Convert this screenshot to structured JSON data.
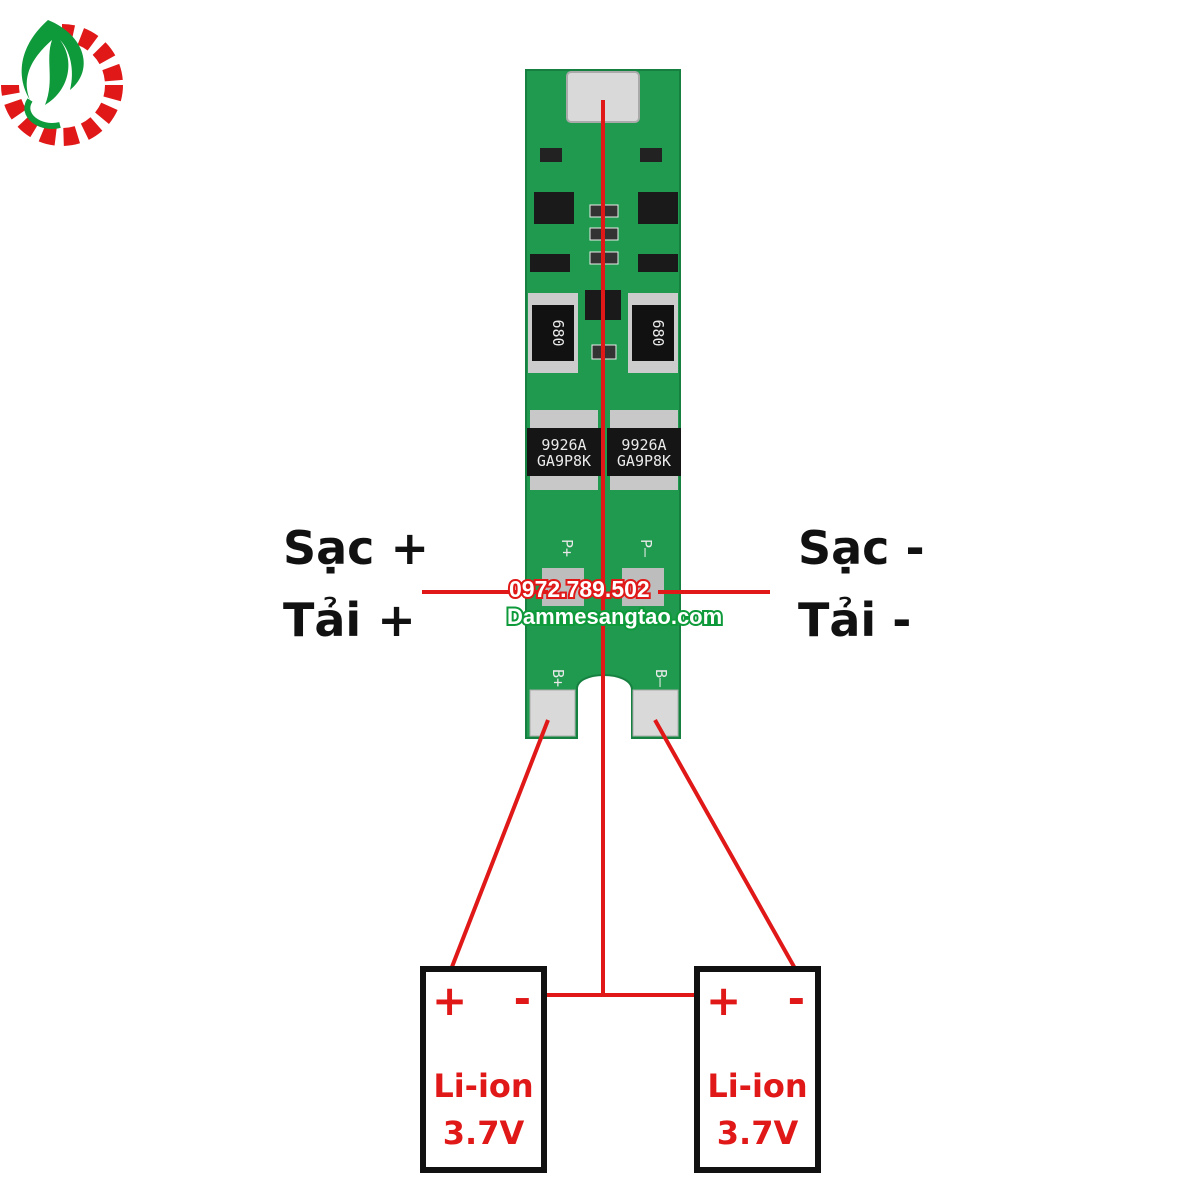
{
  "labels": {
    "left_top": "Sạc +",
    "left_bottom": "Tải +",
    "right_top": "Sạc -",
    "right_bottom": "Tải -"
  },
  "watermark": {
    "phone": "0972.789.502",
    "site": "Dammesangtao.com"
  },
  "pcb": {
    "pad_p_plus": "P+",
    "pad_p_minus": "P–",
    "pad_b_plus": "B+",
    "pad_b_minus": "B–",
    "resistor_code": "680",
    "chip_line1": "9926A",
    "chip_line2": "GA9P8K"
  },
  "batteries": [
    {
      "plus": "+",
      "minus": "-",
      "name": "Li-ion",
      "voltage": "3.7V"
    },
    {
      "plus": "+",
      "minus": "-",
      "name": "Li-ion",
      "voltage": "3.7V"
    }
  ],
  "colors": {
    "wire": "#e01818",
    "pcb": "#1f9a4e",
    "logo_gear": "#e01818",
    "logo_flame": "#0e9a3a",
    "battery_text": "#e01818"
  }
}
